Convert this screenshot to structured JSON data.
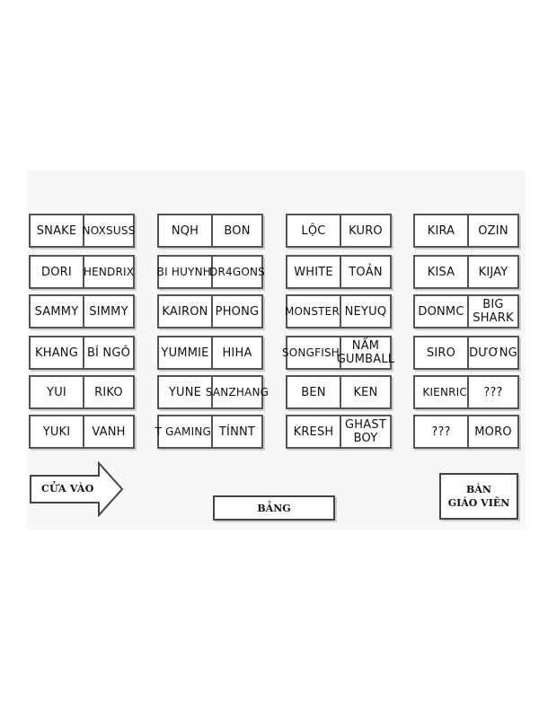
{
  "desks": [
    [
      "SNAKE",
      "NOXSUSS"
    ],
    [
      "NQH",
      "BON"
    ],
    [
      "LỘC",
      "KURO"
    ],
    [
      "KIRA",
      "OZIN"
    ],
    [
      "DORI",
      "HENDRIX"
    ],
    [
      "BI HUYNH",
      "DR4GONS"
    ],
    [
      "WHITE",
      "TOẢN"
    ],
    [
      "KISA",
      "KIJAY"
    ],
    [
      "SAMMY",
      "SIMMY"
    ],
    [
      "KAIRON",
      "PHONG"
    ],
    [
      "MONSTER",
      "NEYUQ"
    ],
    [
      "DONMC",
      "BIG\nSHARK"
    ],
    [
      "KHANG",
      "BÍ NGÔ"
    ],
    [
      "YUMMIE",
      "HIHA"
    ],
    [
      "SONGFISH",
      "NẤM\nGUMBALL"
    ],
    [
      "SIRO",
      "DƯƠNG"
    ],
    [
      "YUI",
      "RIKO"
    ],
    [
      "YUNE",
      "SANZHANG"
    ],
    [
      "BEN",
      "KEN"
    ],
    [
      "KIENRIC",
      "???"
    ],
    [
      "YUKI",
      "VANH"
    ],
    [
      "T GAMING",
      "TÍNNT"
    ],
    [
      "KRESH",
      "GHAST\nBOY"
    ],
    [
      "???",
      "MORO"
    ]
  ],
  "entrance": {
    "label": "CỬA VÀO"
  },
  "board": {
    "label": "BẢNG"
  },
  "teacher_desk": {
    "label": "BÀN\nGIÁO VIÊN"
  }
}
